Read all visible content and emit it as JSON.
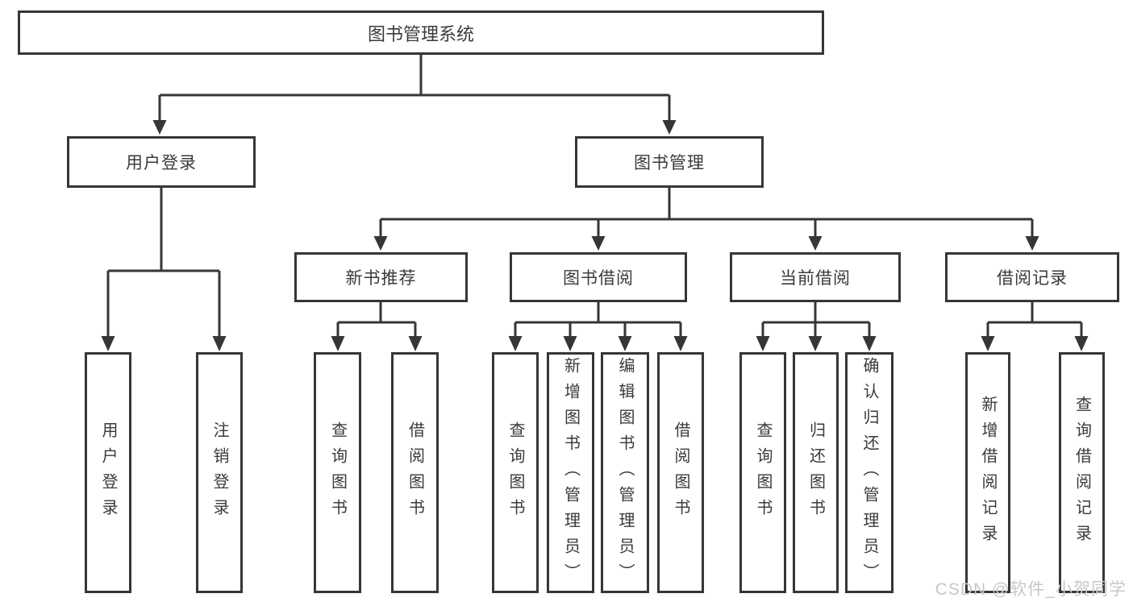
{
  "diagram": {
    "root": {
      "label": "图书管理系统"
    },
    "level2": [
      {
        "label": "用户登录"
      },
      {
        "label": "图书管理"
      }
    ],
    "level3": [
      {
        "label": "新书推荐"
      },
      {
        "label": "图书借阅"
      },
      {
        "label": "当前借阅"
      },
      {
        "label": "借阅记录"
      }
    ],
    "leaves": {
      "user_login": [
        "用户登录",
        "注销登录"
      ],
      "new_books": [
        "查询图书",
        "借阅图书"
      ],
      "book_borrow": [
        "查询图书",
        "新增图书（管理员）",
        "编辑图书（管理员）",
        "借阅图书"
      ],
      "current_borrow": [
        "查询图书",
        "归还图书",
        "确认归还（管理员）"
      ],
      "borrow_records": [
        "新增借阅记录",
        "查询借阅记录"
      ]
    }
  },
  "watermark": {
    "text": "CSDN @软件_小贺同学"
  },
  "colors": {
    "line": "#363636",
    "text": "#3a3a3a",
    "watermark": "#c8c8c8",
    "background": "#ffffff"
  }
}
